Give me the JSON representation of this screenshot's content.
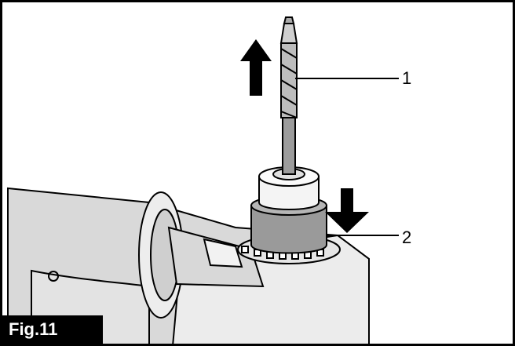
{
  "figure": {
    "label": "Fig.11",
    "callouts": [
      {
        "number": "1",
        "part": "drill-bit"
      },
      {
        "number": "2",
        "part": "chuck-cover"
      }
    ],
    "arrows": {
      "bit_direction": "up",
      "chuck_cover_direction": "down"
    },
    "colors": {
      "line": "#000000",
      "background": "#ffffff",
      "chuck_cover_shade": "#9a9a9a",
      "body_shade": "#d9d9d9"
    }
  }
}
